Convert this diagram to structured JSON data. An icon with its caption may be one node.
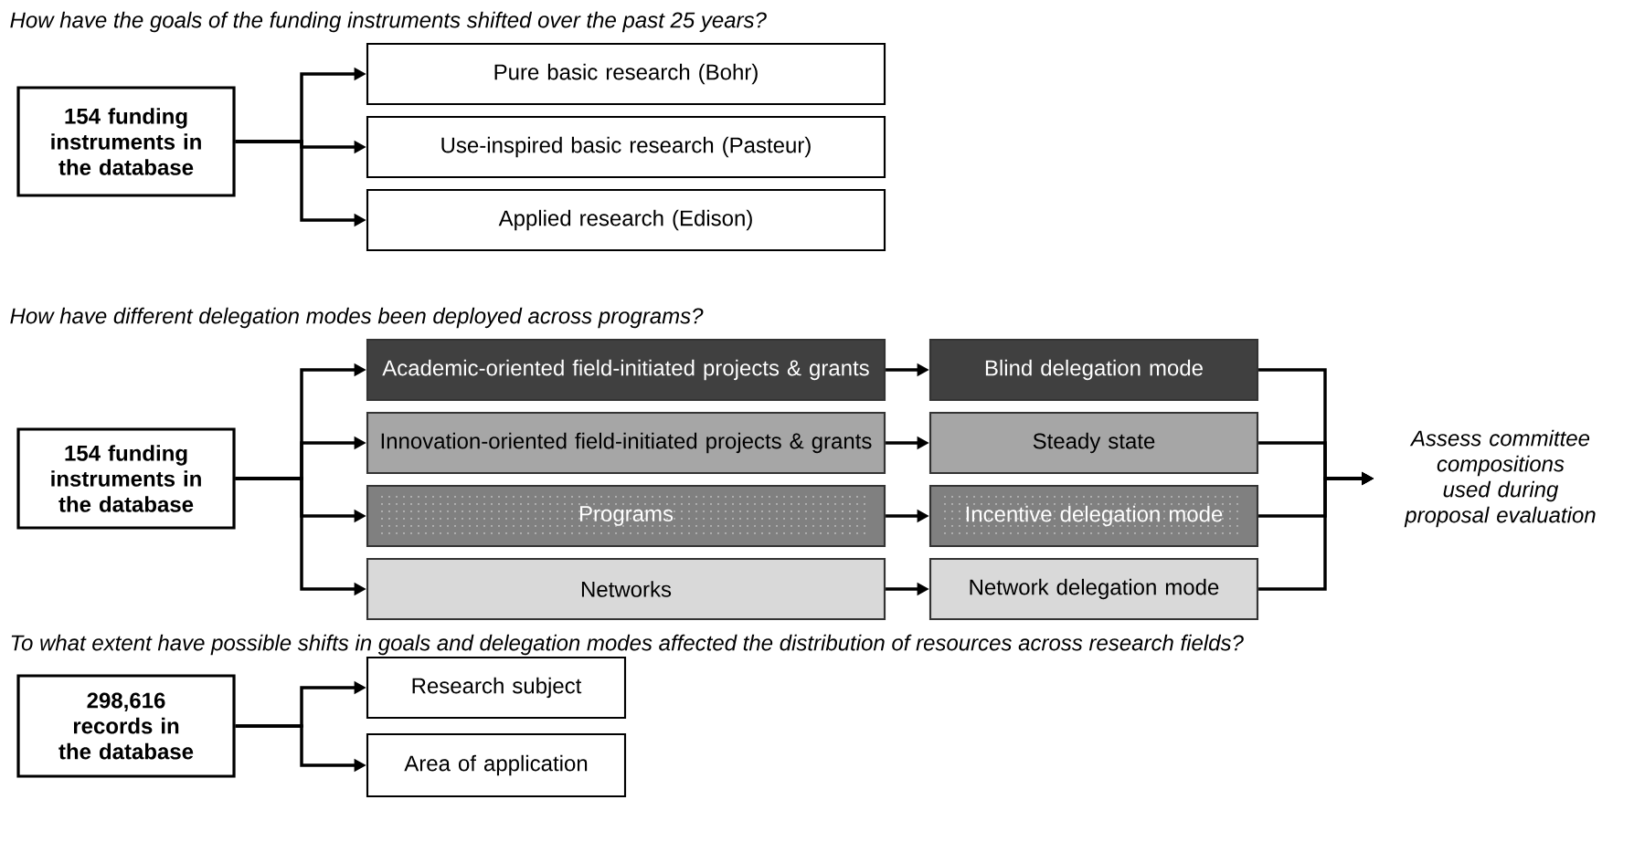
{
  "diagram": {
    "nodes": [
      {
        "text": [
          "154 funding instruments in the database"
        ]
      },
      {
        "text": [
          "Pure basic research (Bohr)"
        ]
      },
      {
        "text": [
          "Use-inspired basic research (Pasteur)"
        ]
      },
      {
        "text": [
          "Applied research (Edison)"
        ]
      },
      {
        "text": [
          "154 funding instruments in the database"
        ]
      },
      {
        "text": [
          "Academic-oriented field-initiated projects & grants"
        ]
      },
      {
        "text": [
          "Innovation-oriented field-initiated projects & grants"
        ]
      },
      {
        "text": [
          "Programs"
        ]
      },
      {
        "text": [
          "Networks"
        ]
      },
      {
        "text": [
          "Blind delegation mode"
        ]
      },
      {
        "text": [
          "Steady state"
        ]
      },
      {
        "text": [
          "Incentive delegation mode"
        ]
      },
      {
        "text": [
          "Network delegation mode"
        ]
      },
      {
        "text": [
          "Assess committee compositions used during proposal evaluation"
        ]
      },
      {
        "text": [
          "298,616 records in the database"
        ]
      },
      {
        "text": [
          "Research subject"
        ]
      },
      {
        "text": [
          "Area of application"
        ]
      }
    ],
    "edges": [
      {
        "from": 0,
        "to": 1,
        "arrow": "to"
      },
      {
        "from": 0,
        "to": 2,
        "arrow": "to"
      },
      {
        "from": 0,
        "to": 3,
        "arrow": "to"
      },
      {
        "from": 4,
        "to": 5,
        "arrow": "to"
      },
      {
        "from": 4,
        "to": 6,
        "arrow": "to"
      },
      {
        "from": 4,
        "to": 7,
        "arrow": "to"
      },
      {
        "from": 4,
        "to": 8,
        "arrow": "to"
      },
      {
        "from": 5,
        "to": 9,
        "arrow": "to"
      },
      {
        "from": 6,
        "to": 10,
        "arrow": "to"
      },
      {
        "from": 7,
        "to": 11,
        "arrow": "to"
      },
      {
        "from": 8,
        "to": 12,
        "arrow": "to"
      },
      {
        "from": 9,
        "to": 13,
        "arrow": "to"
      },
      {
        "from": 10,
        "to": 13,
        "arrow": "to"
      },
      {
        "from": 11,
        "to": 13,
        "arrow": "to"
      },
      {
        "from": 12,
        "to": 13,
        "arrow": "to"
      },
      {
        "from": 14,
        "to": 15,
        "arrow": "to"
      },
      {
        "from": 14,
        "to": 16,
        "arrow": "to"
      }
    ],
    "labels": [
      "How have the goals of the funding instruments shifted over the past 25 years?",
      "How have different delegation modes been deployed across programs?",
      "To what extent have possible shifts in goals and delegation modes affected the distribution of resources across research fields?"
    ]
  }
}
